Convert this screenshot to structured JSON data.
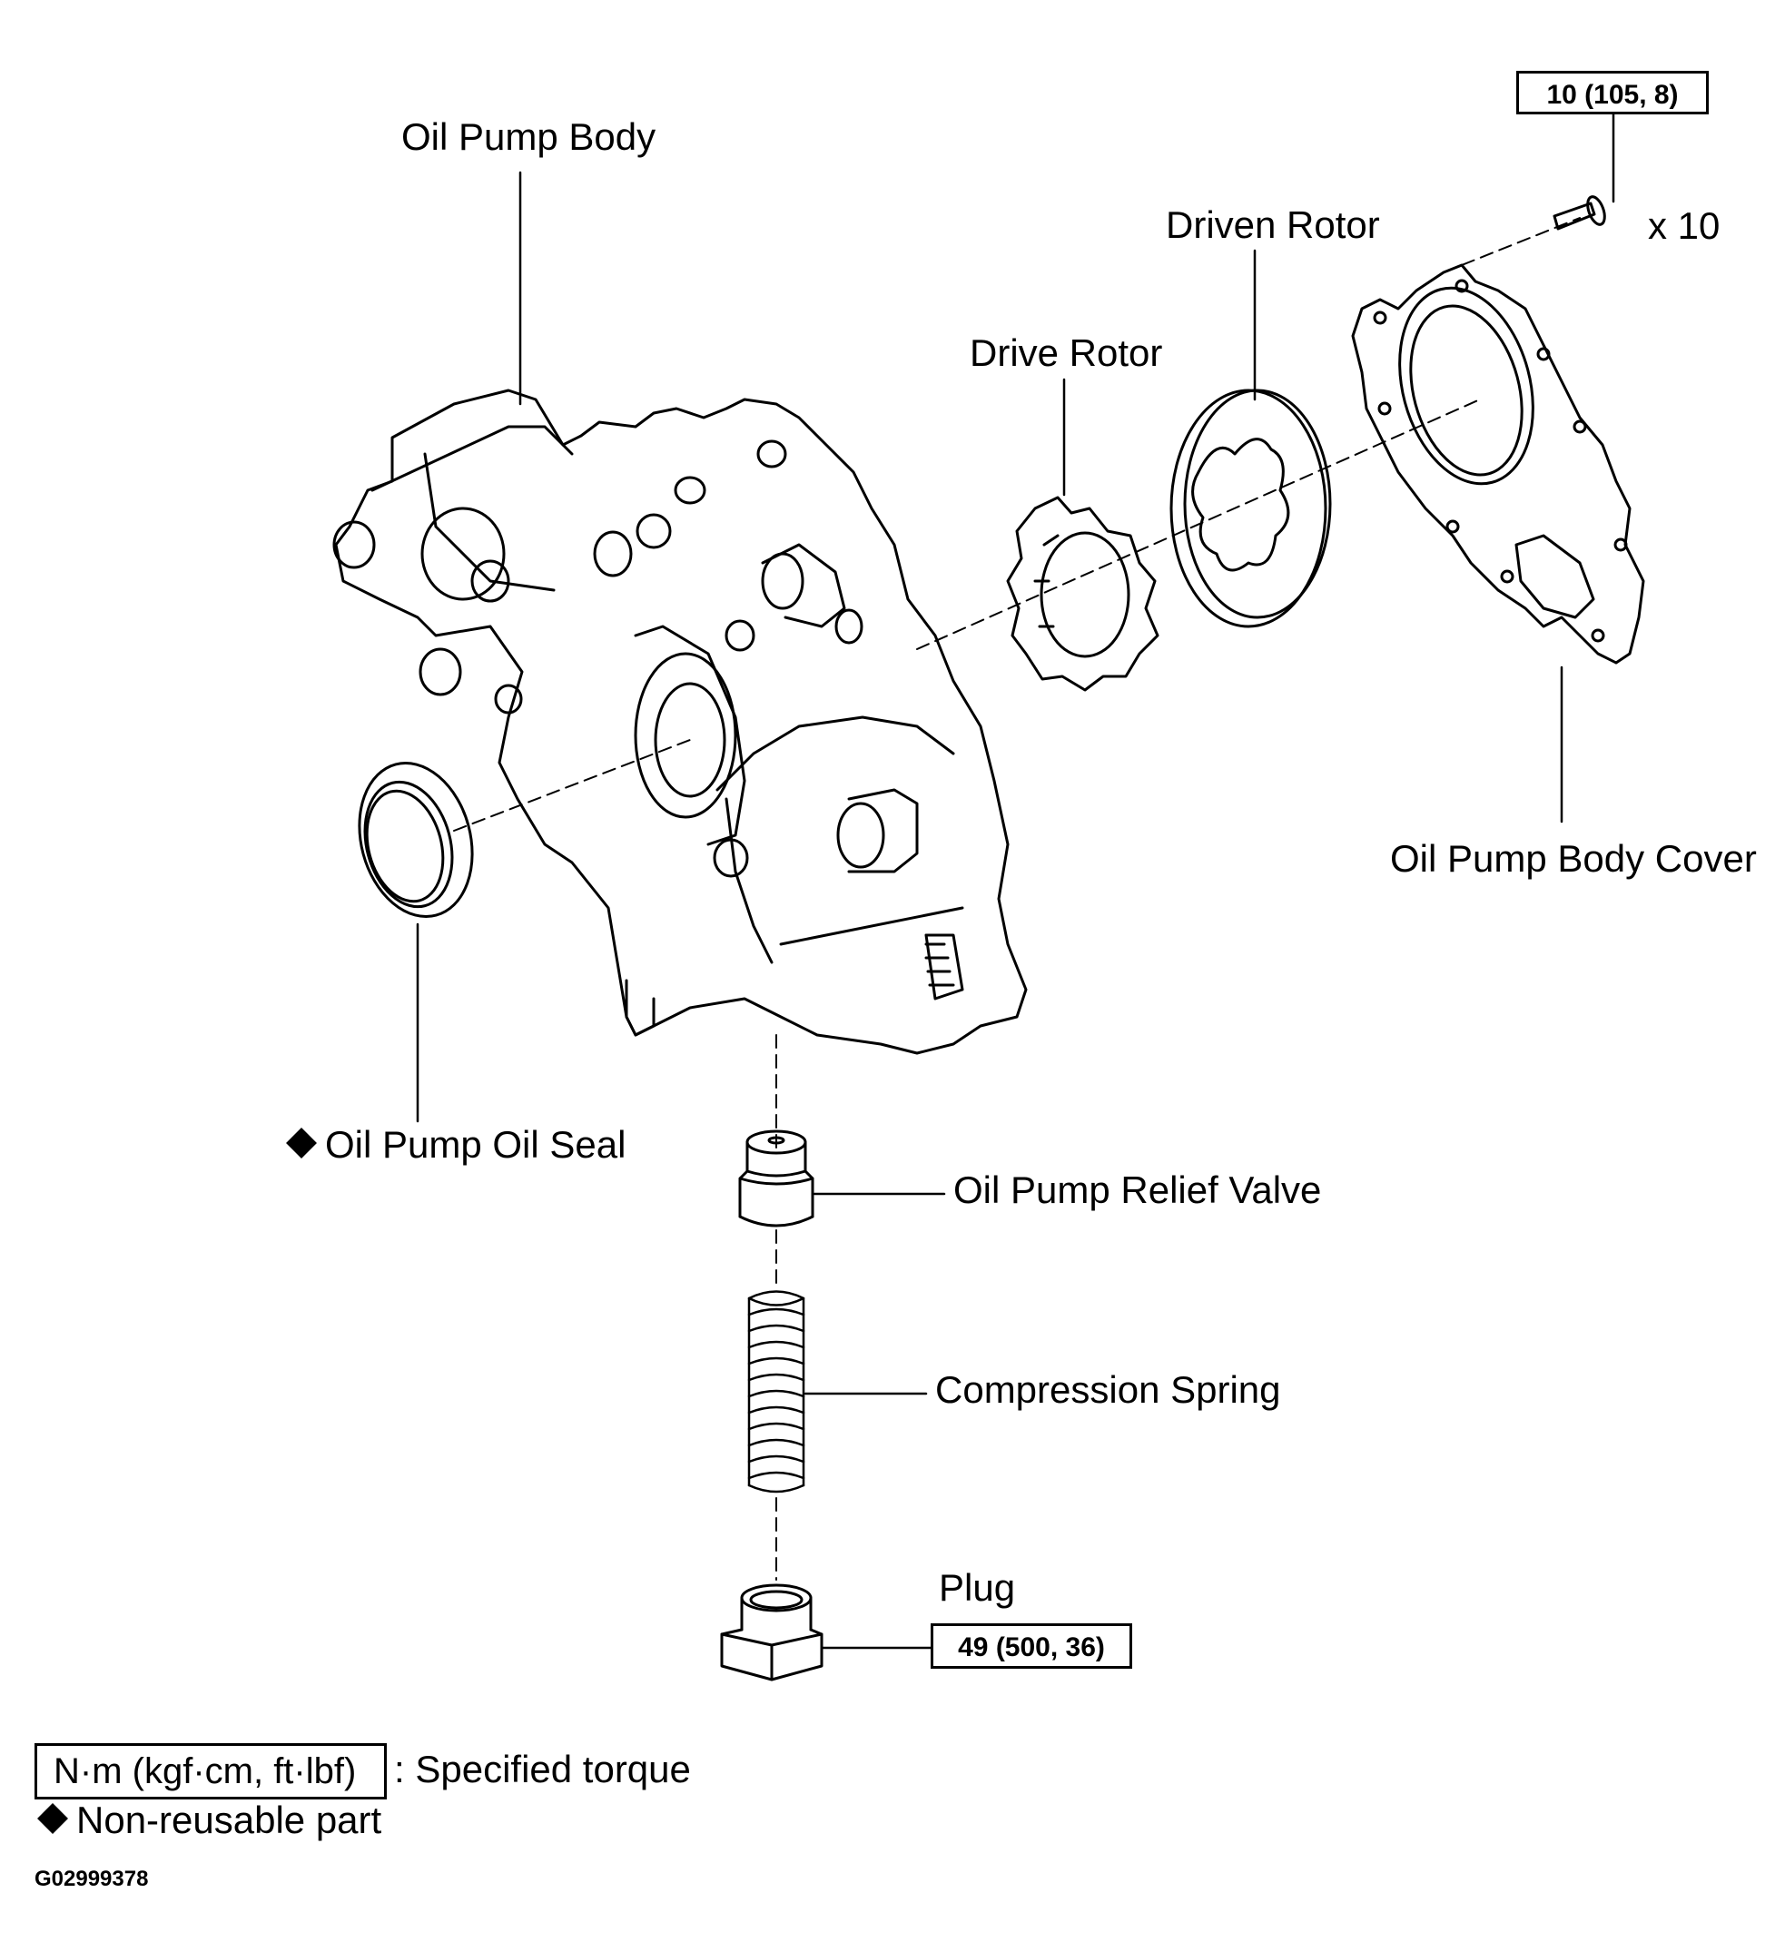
{
  "labels": {
    "oil_pump_body": "Oil Pump Body",
    "driven_rotor": "Driven Rotor",
    "drive_rotor": "Drive Rotor",
    "oil_pump_body_cover": "Oil Pump Body Cover",
    "oil_pump_oil_seal": "Oil Pump Oil Seal",
    "oil_pump_relief_valve": "Oil Pump Relief Valve",
    "compression_spring": "Compression Spring",
    "plug": "Plug",
    "bolt_qty": "x 10"
  },
  "torque_specs": {
    "cover_bolt": "10 (105, 8)",
    "plug": "49 (500, 36)"
  },
  "legend": {
    "torque_unit": "N·m (kgf·cm, ft·lbf)",
    "torque_desc": ": Specified torque",
    "non_reusable": "Non-reusable part"
  },
  "figure_id": "G02999378"
}
